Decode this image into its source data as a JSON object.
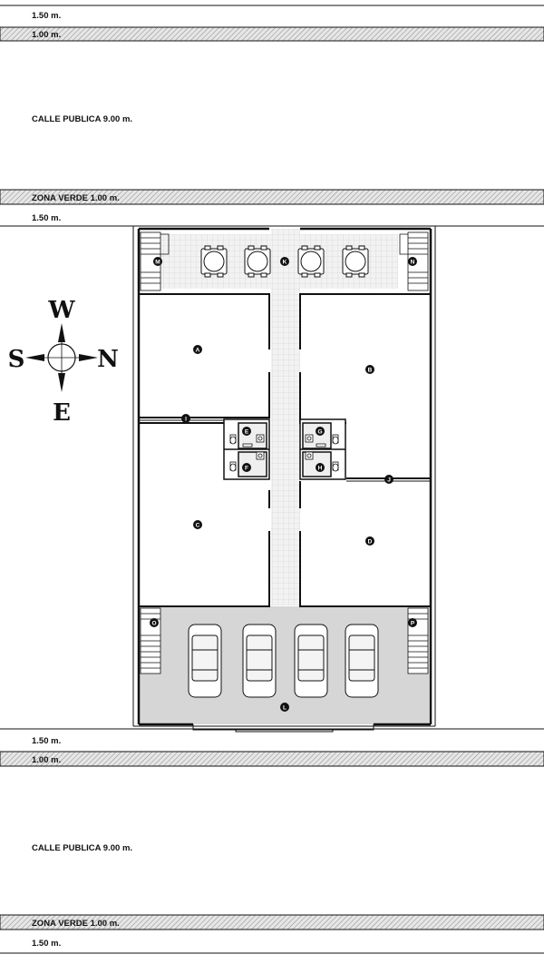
{
  "strips": {
    "top_sidewalk": "1.50 m.",
    "top_curb": "1.00 m.",
    "top_street": "CALLE PUBLICA 9.00 m.",
    "top_green": "ZONA VERDE 1.00 m.",
    "top_sidewalk2": "1.50 m.",
    "bottom_sidewalk": "1.50 m.",
    "bottom_curb": "1.00 m.",
    "bottom_street": "CALLE PUBLICA 9.00 m.",
    "bottom_green": "ZONA VERDE 1.00 m.",
    "bottom_sidewalk2": "1.50 m."
  },
  "compass": {
    "west": "W",
    "south": "S",
    "north": "N",
    "east": "E"
  },
  "markers": {
    "A": "A",
    "B": "B",
    "C": "C",
    "D": "D",
    "E": "E",
    "F": "F",
    "G": "G",
    "H": "H",
    "I": "I",
    "J": "J",
    "K": "K",
    "L": "L",
    "M": "M",
    "N": "N",
    "O": "O",
    "P": "P"
  },
  "colors": {
    "line": "#111111",
    "hatch": "#999999",
    "floor": "#d9d9d9",
    "tile": "#cfcfcf"
  }
}
